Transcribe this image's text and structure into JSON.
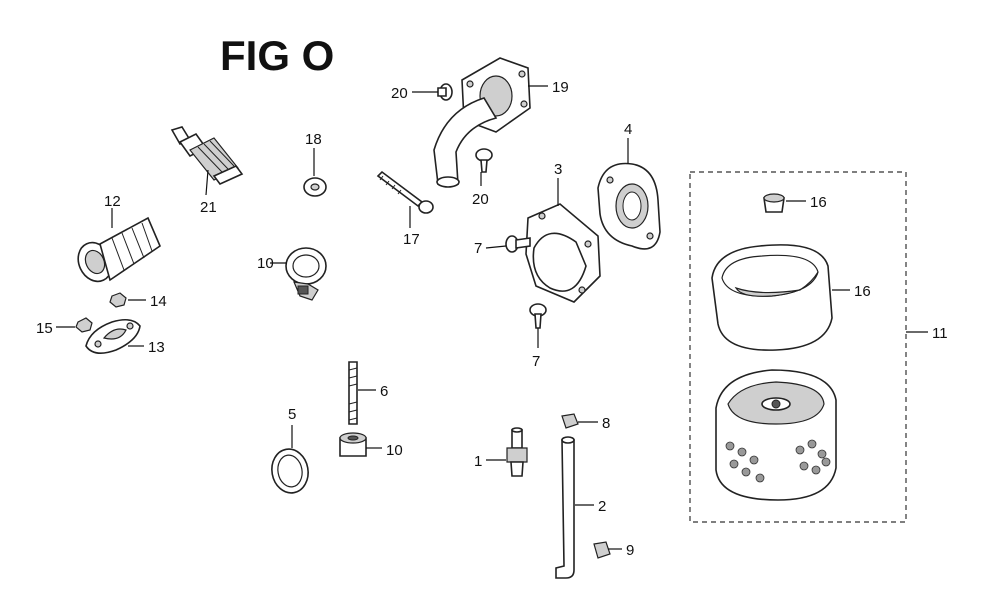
{
  "figure": {
    "title": "FIG O"
  },
  "callouts": [
    {
      "id": "c1",
      "text": "1"
    },
    {
      "id": "c2",
      "text": "2"
    },
    {
      "id": "c3",
      "text": "3"
    },
    {
      "id": "c4",
      "text": "4"
    },
    {
      "id": "c5",
      "text": "5"
    },
    {
      "id": "c6",
      "text": "6"
    },
    {
      "id": "c7a",
      "text": "7"
    },
    {
      "id": "c7b",
      "text": "7"
    },
    {
      "id": "c8",
      "text": "8"
    },
    {
      "id": "c9",
      "text": "9"
    },
    {
      "id": "c10a",
      "text": "10"
    },
    {
      "id": "c10b",
      "text": "10"
    },
    {
      "id": "c11",
      "text": "11"
    },
    {
      "id": "c12",
      "text": "12"
    },
    {
      "id": "c13",
      "text": "13"
    },
    {
      "id": "c14",
      "text": "14"
    },
    {
      "id": "c15",
      "text": "15"
    },
    {
      "id": "c16a",
      "text": "16"
    },
    {
      "id": "c16b",
      "text": "16"
    },
    {
      "id": "c17",
      "text": "17"
    },
    {
      "id": "c18",
      "text": "18"
    },
    {
      "id": "c19",
      "text": "19"
    },
    {
      "id": "c20a",
      "text": "20"
    },
    {
      "id": "c20b",
      "text": "20"
    },
    {
      "id": "c21",
      "text": "21"
    }
  ]
}
